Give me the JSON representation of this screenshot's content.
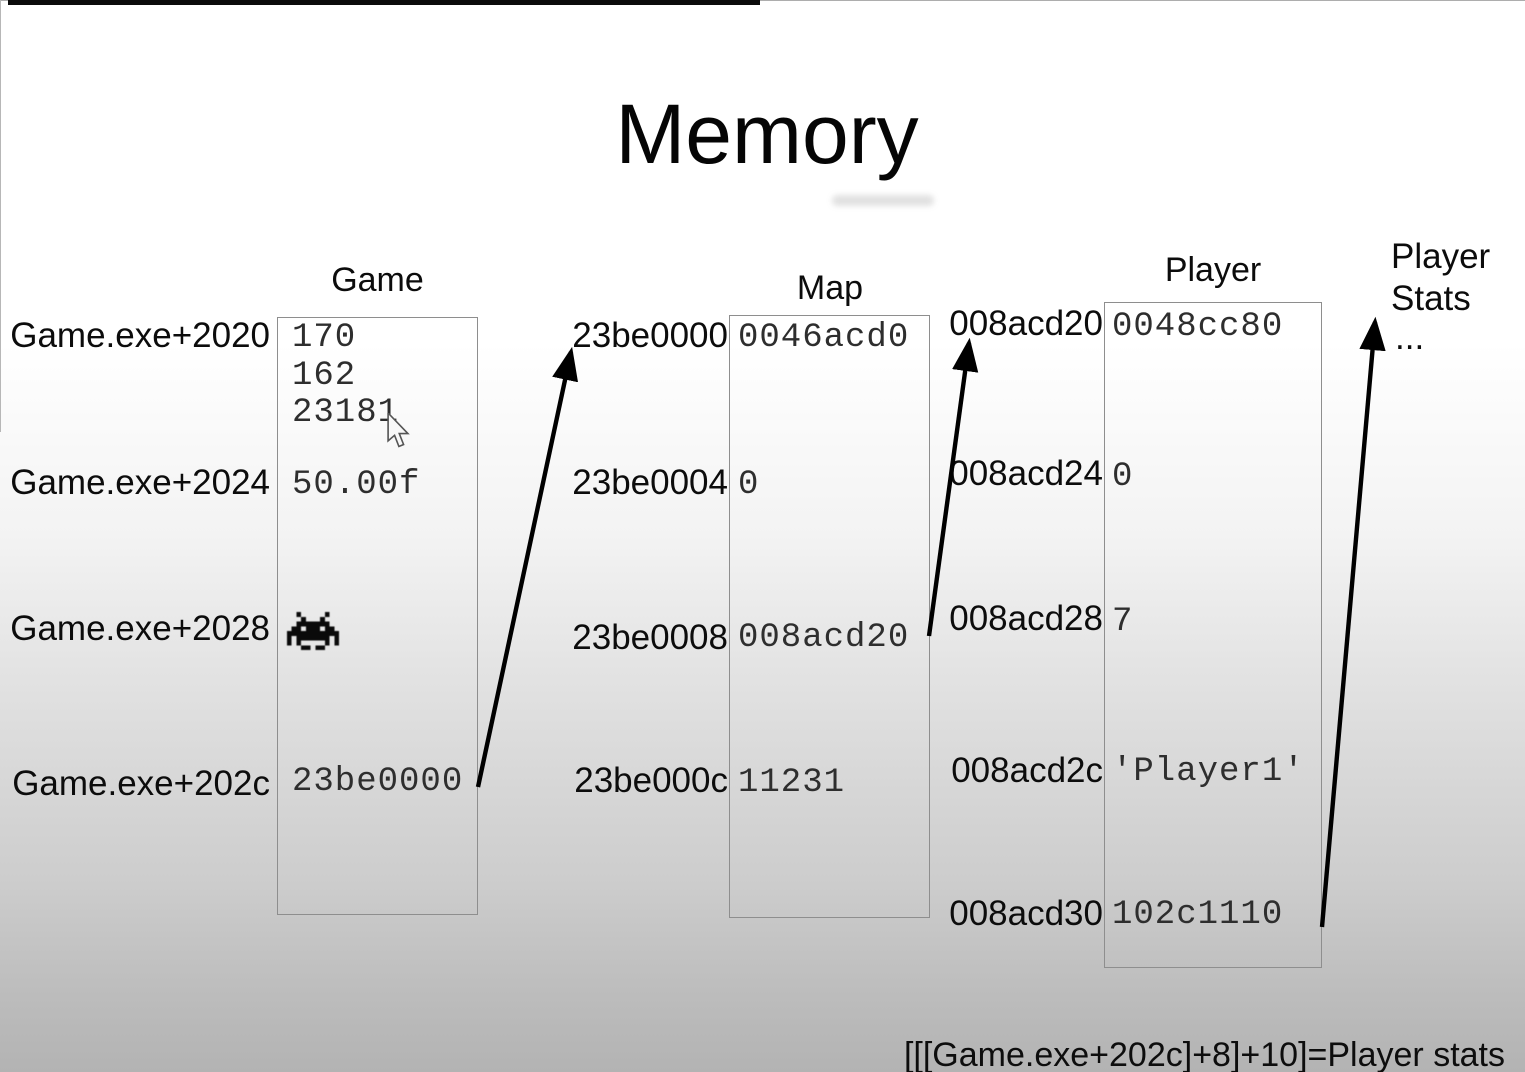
{
  "title": "Memory",
  "colors": {
    "arrow": "#000000",
    "box_border": "#8e8e8e",
    "label_text": "#0c0c0c",
    "value_text": "#2e2e2e"
  },
  "game": {
    "title": "Game",
    "labels": [
      "Game.exe+2020",
      "Game.exe+2024",
      "Game.exe+2028",
      "Game.exe+202c"
    ],
    "values": [
      "170",
      "162",
      "23181",
      "50.00f",
      "23be0000"
    ],
    "sprite_icon": "space-invader-sprite"
  },
  "map": {
    "title": "Map",
    "addresses": [
      "23be0000",
      "23be0004",
      "23be0008",
      "23be000c"
    ],
    "values": [
      "0046acd0",
      "0",
      "008acd20",
      "11231"
    ]
  },
  "player": {
    "title": "Player",
    "addresses": [
      "008acd20",
      "008acd24",
      "008acd28",
      "008acd2c",
      "008acd30"
    ],
    "values": [
      "0048cc80",
      "0",
      "7",
      "'Player1'",
      "102c1110"
    ]
  },
  "player_stats": {
    "line1": "Player",
    "line2": "Stats",
    "ellipsis": "..."
  },
  "formula": "[[[Game.exe+202c]+8]+10]=Player stats"
}
